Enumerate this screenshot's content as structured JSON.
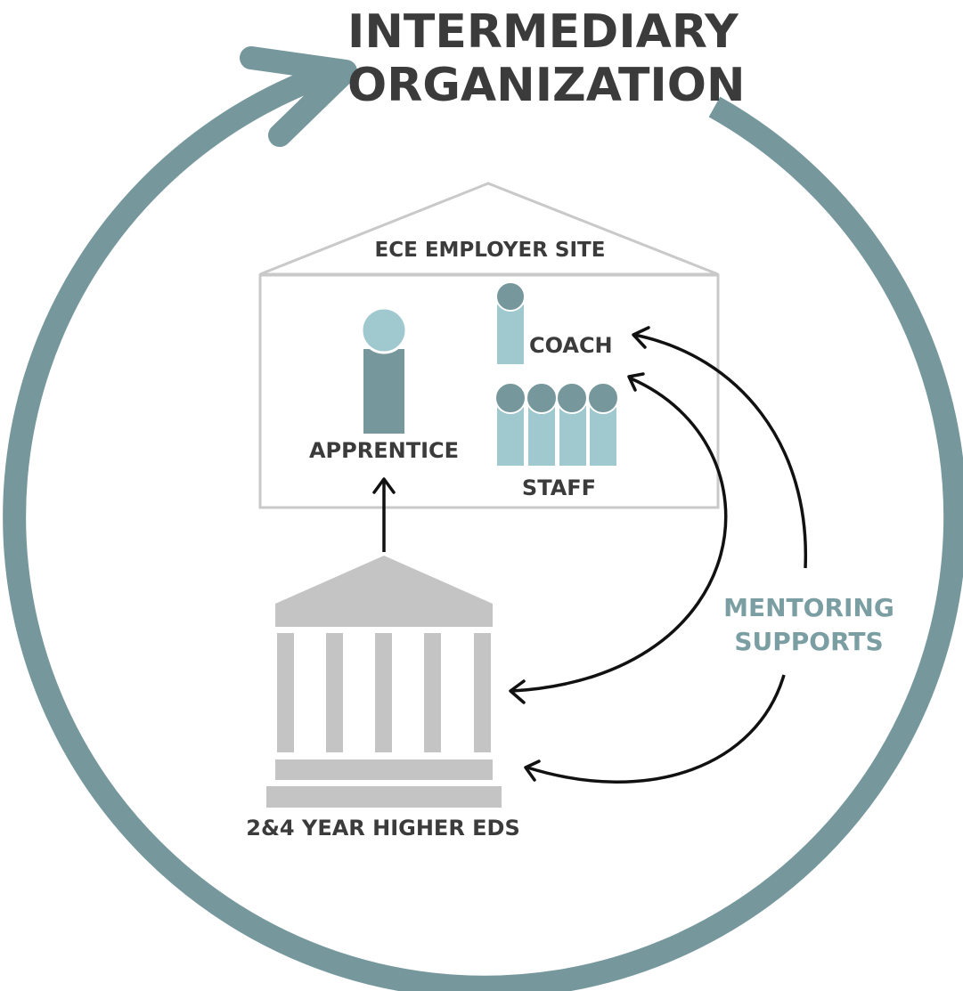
{
  "title": {
    "line1": "INTERMEDIARY",
    "line2": "ORGANIZATION"
  },
  "employer_site": {
    "label": "ECE EMPLOYER SITE",
    "apprentice_label": "APPRENTICE",
    "coach_label": "COACH",
    "staff_label": "STAFF"
  },
  "higher_ed": {
    "label": "2&4 YEAR HIGHER EDS"
  },
  "mentoring": {
    "line1": "MENTORING",
    "line2": "SUPPORTS"
  },
  "colors": {
    "ring": "#76989c",
    "person_dark": "#76979b",
    "person_light": "#9fc8cf",
    "building": "#c4c4c4",
    "text": "#3b3b3b",
    "mentoring_text": "#7b9ea3"
  }
}
